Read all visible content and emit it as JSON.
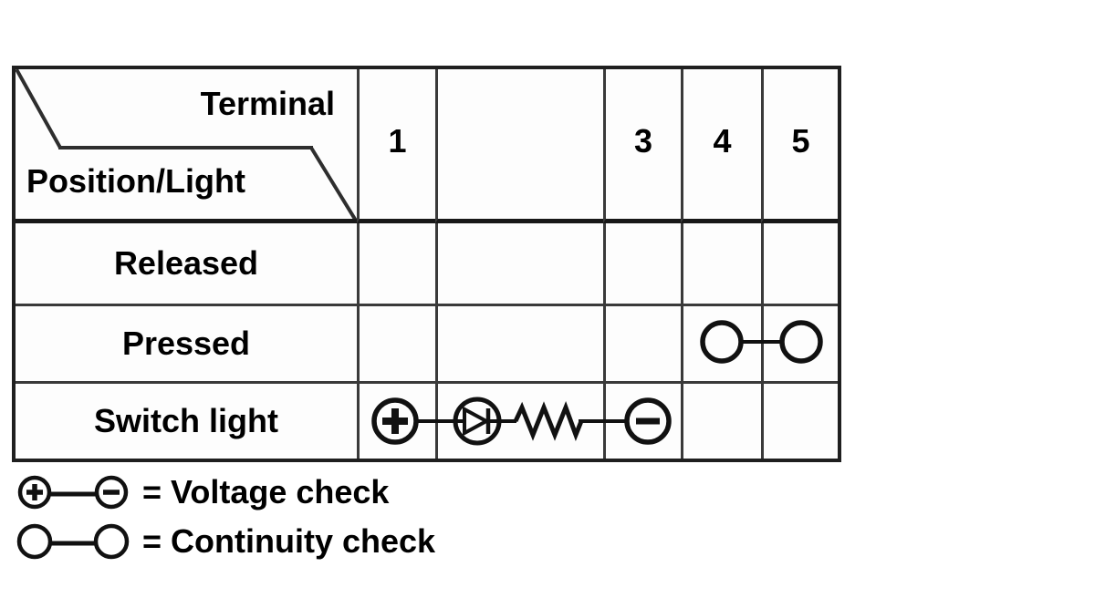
{
  "table": {
    "corner": {
      "top_label": "Terminal",
      "bottom_label": "Position/Light"
    },
    "column_headers": [
      "1",
      "",
      "3",
      "4",
      "5"
    ],
    "row_labels": [
      "Released",
      "Pressed",
      "Switch light"
    ],
    "marks": {
      "pressed_connection": {
        "type": "continuity-check",
        "terminals": [
          "4",
          "5"
        ]
      },
      "switch_light_circuit": {
        "type": "voltage-check",
        "terminals": [
          "1",
          "3"
        ],
        "components": [
          "plus-probe",
          "diode",
          "resistor",
          "minus-probe"
        ]
      }
    }
  },
  "legend": {
    "voltage": "= Voltage check",
    "continuity": "= Continuity check"
  },
  "colors": {
    "background": "#ffffff",
    "line": "#1c1c1c",
    "grid_line": "#3a3a3a",
    "text": "#000000"
  }
}
